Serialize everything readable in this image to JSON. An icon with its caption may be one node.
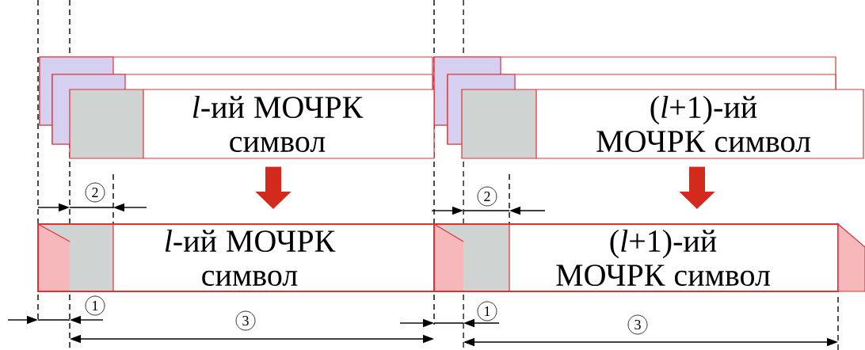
{
  "diagram": {
    "nodes": [
      {
        "text": [
          "*l*-ий МОЧРК символ"
        ]
      },
      {
        "text": [
          "(*l*+1)-ий МОЧРК символ"
        ]
      },
      {
        "text": [
          "*l*-ий МОЧРК символ"
        ]
      },
      {
        "text": [
          "(*l*+1)-ий МОЧРК символ"
        ]
      }
    ],
    "edges": [
      {
        "from": 0,
        "to": 2,
        "arrow": "to"
      },
      {
        "from": 1,
        "to": 3,
        "arrow": "to"
      }
    ],
    "labels": [
      "2",
      "2",
      "1",
      "1",
      "3",
      "3"
    ]
  }
}
